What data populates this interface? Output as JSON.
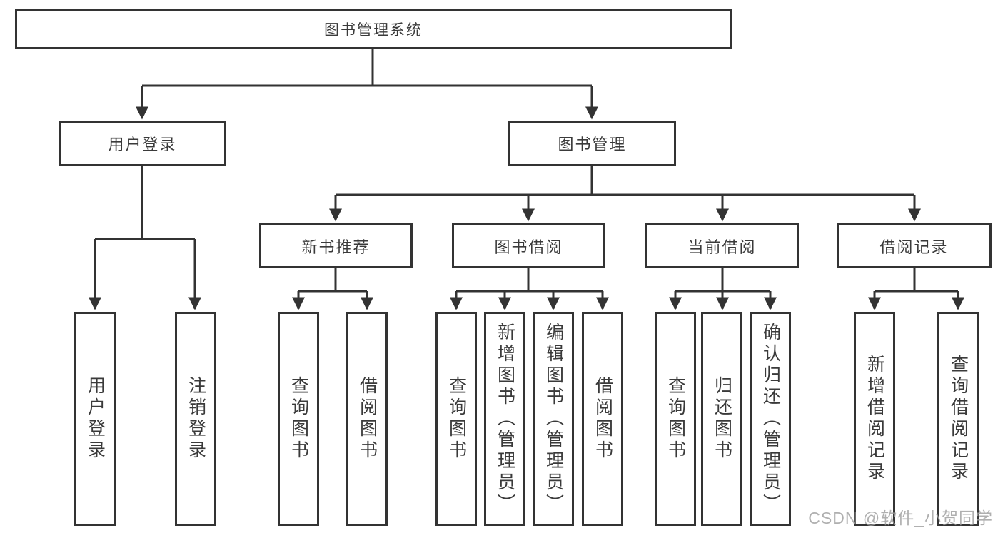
{
  "diagram_title": "图书管理系统",
  "colors": {
    "border": "#333333",
    "line": "#333333",
    "text": "#3a3a3a",
    "background": "#ffffff",
    "watermark": "#9e9e9e"
  },
  "tree": {
    "label": "图书管理系统",
    "children": [
      {
        "label": "用户登录",
        "children": [
          {
            "label": "用户登录"
          },
          {
            "label": "注销登录"
          }
        ]
      },
      {
        "label": "图书管理",
        "children": [
          {
            "label": "新书推荐",
            "children": [
              {
                "label": "查询图书"
              },
              {
                "label": "借阅图书"
              }
            ]
          },
          {
            "label": "图书借阅",
            "children": [
              {
                "label": "查询图书"
              },
              {
                "label": "新增图书（管理员）"
              },
              {
                "label": "编辑图书（管理员）"
              },
              {
                "label": "借阅图书"
              }
            ]
          },
          {
            "label": "当前借阅",
            "children": [
              {
                "label": "查询图书"
              },
              {
                "label": "归还图书"
              },
              {
                "label": "确认归还（管理员）"
              }
            ]
          },
          {
            "label": "借阅记录",
            "children": [
              {
                "label": "新增借阅记录"
              },
              {
                "label": "查询借阅记录"
              }
            ]
          }
        ]
      }
    ]
  },
  "watermark": "CSDN @软件_小贺同学"
}
